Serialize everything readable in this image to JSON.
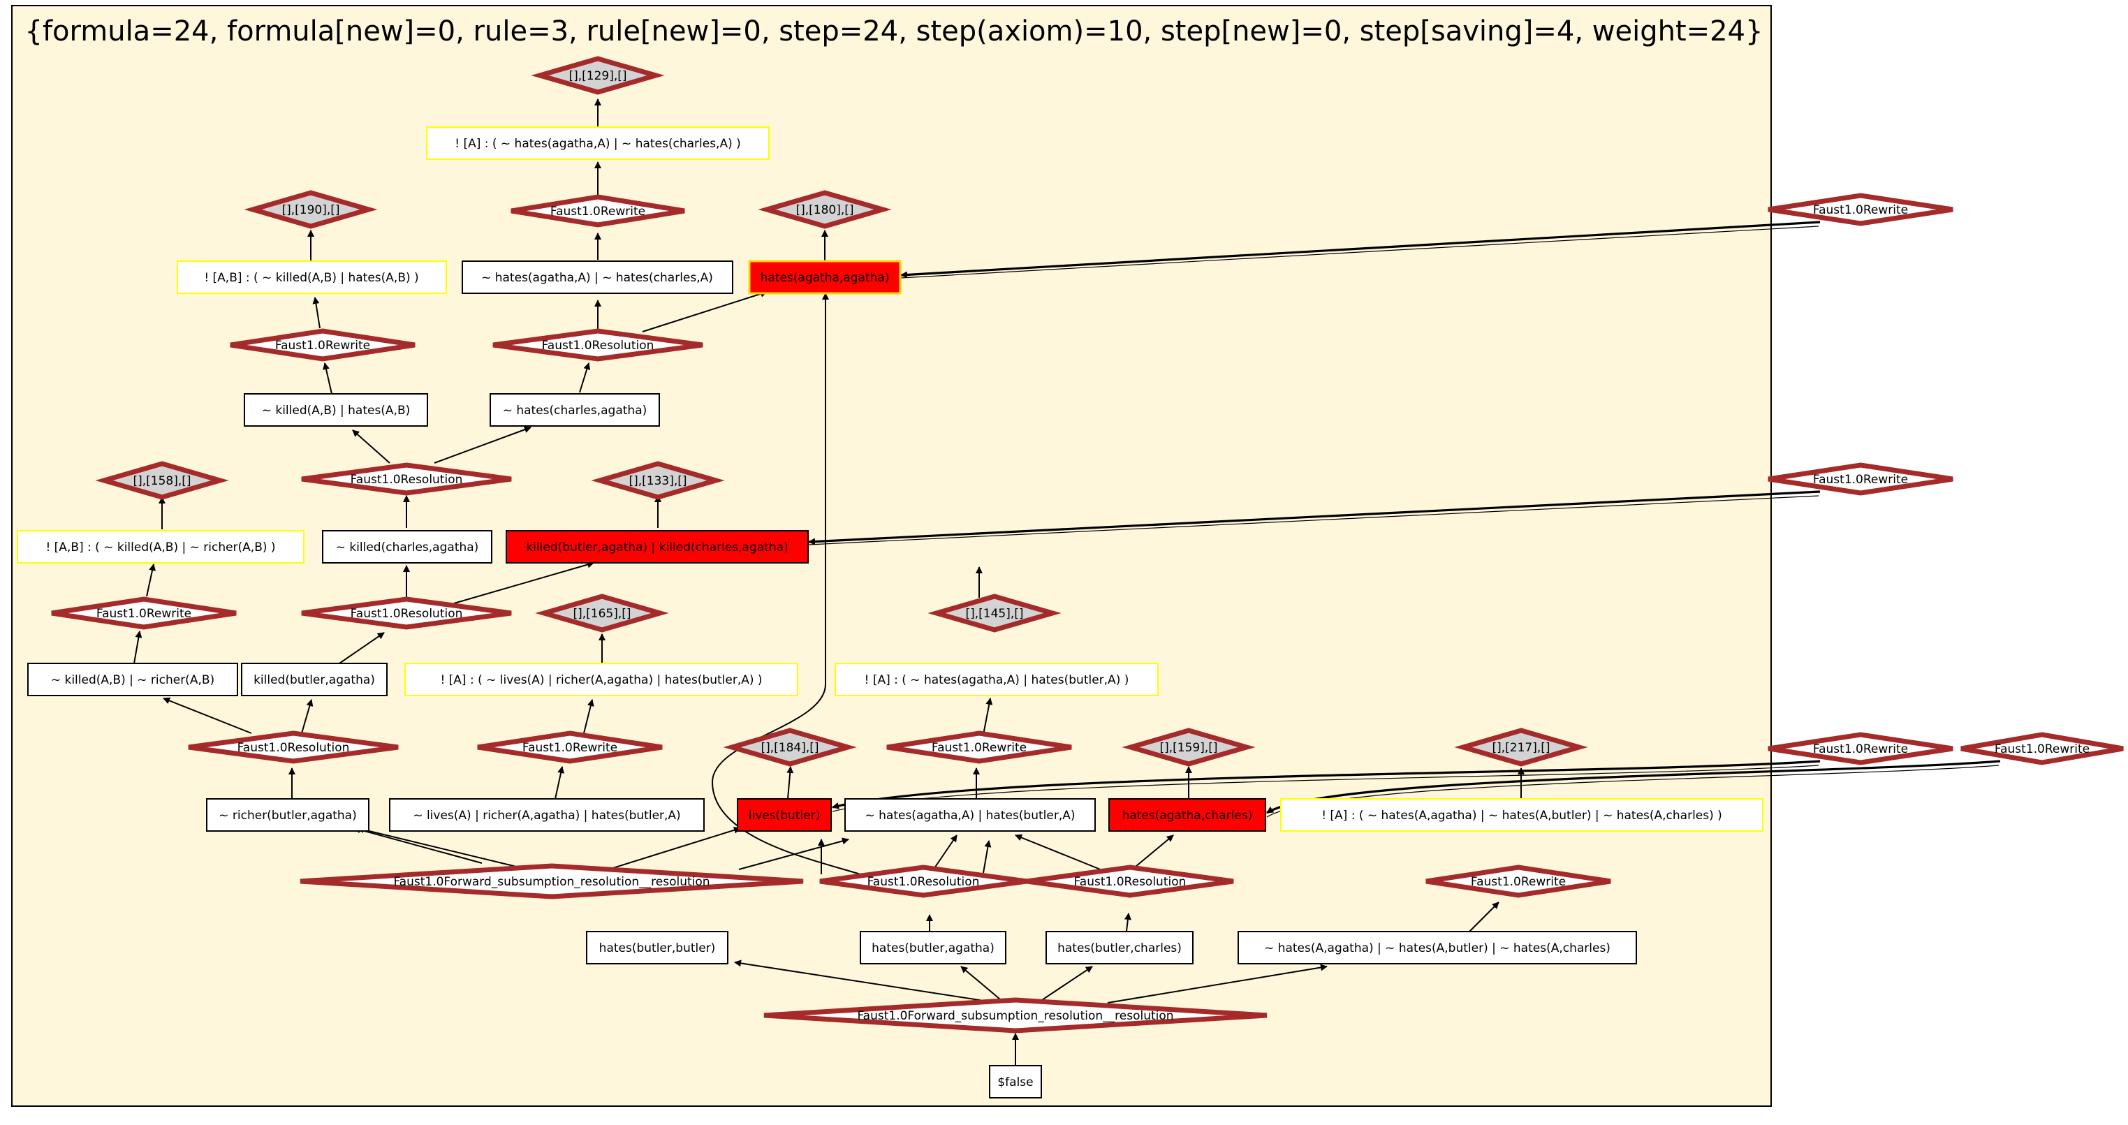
{
  "title": "{formula=24, formula[new]=0, rule=3, rule[new]=0, step=24, step(axiom)=10, step[new]=0, step[saving]=4, weight=24}",
  "colors": {
    "cluster_fill": "#fff7dc",
    "cluster_stroke": "#000000",
    "diamond_stroke": "#a52a2a",
    "label_diamond_fill": "#d3d3d3",
    "highlight_fill": "#ff0000",
    "highlight_border": "#ffd700",
    "formula_border": "#ffff00",
    "clause_border": "#000000"
  },
  "nodes": {
    "l129": "[],[129],[]",
    "f129": "! [A] :    ( ~ hates(agatha,A)   | ~ hates(charles,A) )",
    "rw1": "Faust1.0Rewrite",
    "l190": "[],[190],[]",
    "l180": "[],[180],[]",
    "rwE1": "Faust1.0Rewrite",
    "f190": "! [A,B] :    ( ~ killed(A,B)   | hates(A,B) )",
    "c_hah": "~ hates(agatha,A)  | ~ hates(charles,A)",
    "hh_aa": "hates(agatha,agatha)",
    "rw2": "Faust1.0Rewrite",
    "res1": "Faust1.0Resolution",
    "c_kh": "~ killed(A,B)  | hates(A,B)",
    "c_hca": "~ hates(charles,agatha)",
    "res2": "Faust1.0Resolution",
    "l158": "[],[158],[]",
    "l133": "[],[133],[]",
    "rwE2": "Faust1.0Rewrite",
    "f158": "! [A,B] :    ( ~ killed(A,B)   | ~ richer(A,B) )",
    "c_kca": "~ killed(charles,agatha)",
    "hh_k": "killed(butler,agatha)  | killed(charles,agatha)",
    "rw3": "Faust1.0Rewrite",
    "res3": "Faust1.0Resolution",
    "l165": "[],[165],[]",
    "l145": "[],[145],[]",
    "c_kr": "~ killed(A,B)  | ~ richer(A,B)",
    "c_kba": "killed(butler,agatha)",
    "f165": "! [A] :    ( ~ lives(A)   | richer(A,agatha)   | hates(butler,A) )",
    "f145": "! [A] :    ( ~ hates(agatha,A)   | hates(butler,A) )",
    "res4": "Faust1.0Resolution",
    "rw4": "Faust1.0Rewrite",
    "l184": "[],[184],[]",
    "rw5": "Faust1.0Rewrite",
    "l159": "[],[159],[]",
    "l217": "[],[217],[]",
    "rwE3": "Faust1.0Rewrite",
    "rwE4": "Faust1.0Rewrite",
    "c_rba": "~ richer(butler,agatha)",
    "c_lrh": "~ lives(A)  | richer(A,agatha)  | hates(butler,A)",
    "hh_lb": "lives(butler)",
    "c_hahb": "~ hates(agatha,A)  | hates(butler,A)",
    "hh_hac": "hates(agatha,charles)",
    "f217": "! [A] :    ( ~ hates(A,agatha)   | ~ hates(A,butler)   | ~ hates(A,charles) )",
    "fsr1": "Faust1.0Forward_subsumption_resolution__resolution",
    "res5": "Faust1.0Resolution",
    "res6": "Faust1.0Resolution",
    "rw6": "Faust1.0Rewrite",
    "c_hbb": "hates(butler,butler)",
    "c_hba": "hates(butler,agatha)",
    "c_hbc": "hates(butler,charles)",
    "c_h3": "~ hates(A,agatha)  | ~ hates(A,butler)  | ~ hates(A,charles)",
    "fsr2": "Faust1.0Forward_subsumption_resolution__resolution",
    "false": "$false"
  }
}
